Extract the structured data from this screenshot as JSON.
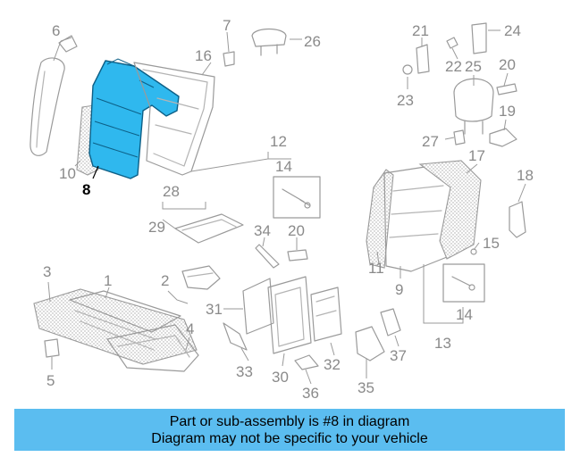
{
  "diagram": {
    "highlighted_part": "8",
    "highlight_color": "#2fb8ee",
    "callouts": [
      {
        "id": "c6",
        "label": "6"
      },
      {
        "id": "c7",
        "label": "7"
      },
      {
        "id": "c16",
        "label": "16"
      },
      {
        "id": "c26",
        "label": "26"
      },
      {
        "id": "c21",
        "label": "21"
      },
      {
        "id": "c24",
        "label": "24"
      },
      {
        "id": "c22",
        "label": "22"
      },
      {
        "id": "c25",
        "label": "25"
      },
      {
        "id": "c20a",
        "label": "20"
      },
      {
        "id": "c23",
        "label": "23"
      },
      {
        "id": "c19",
        "label": "19"
      },
      {
        "id": "c27",
        "label": "27"
      },
      {
        "id": "c10",
        "label": "10"
      },
      {
        "id": "c8",
        "label": "8"
      },
      {
        "id": "c12",
        "label": "12"
      },
      {
        "id": "c14a",
        "label": "14"
      },
      {
        "id": "c17",
        "label": "17"
      },
      {
        "id": "c18",
        "label": "18"
      },
      {
        "id": "c28",
        "label": "28"
      },
      {
        "id": "c29",
        "label": "29"
      },
      {
        "id": "c34",
        "label": "34"
      },
      {
        "id": "c20b",
        "label": "20"
      },
      {
        "id": "c15",
        "label": "15"
      },
      {
        "id": "c11",
        "label": "11"
      },
      {
        "id": "c9",
        "label": "9"
      },
      {
        "id": "c3",
        "label": "3"
      },
      {
        "id": "c1",
        "label": "1"
      },
      {
        "id": "c2",
        "label": "2"
      },
      {
        "id": "c31",
        "label": "31"
      },
      {
        "id": "c14b",
        "label": "14"
      },
      {
        "id": "c4",
        "label": "4"
      },
      {
        "id": "c13",
        "label": "13"
      },
      {
        "id": "c5",
        "label": "5"
      },
      {
        "id": "c33",
        "label": "33"
      },
      {
        "id": "c30",
        "label": "30"
      },
      {
        "id": "c32",
        "label": "32"
      },
      {
        "id": "c37",
        "label": "37"
      },
      {
        "id": "c36",
        "label": "36"
      },
      {
        "id": "c35",
        "label": "35"
      }
    ]
  },
  "banner": {
    "line1": "Part or sub-assembly is #8 in diagram",
    "line2": "Diagram may not be specific to your vehicle",
    "background": "#5bbdf0"
  }
}
